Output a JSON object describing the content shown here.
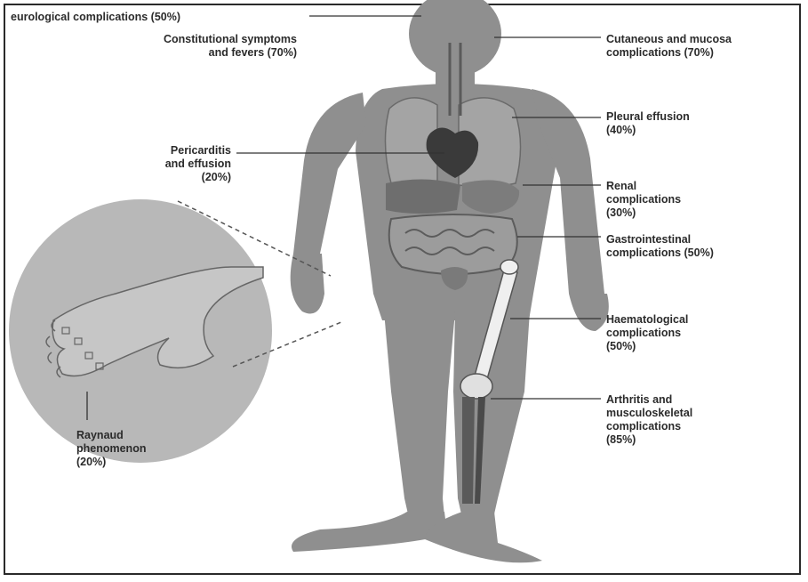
{
  "colors": {
    "body": "#8f8f8f",
    "organ": "#6e6e6e",
    "heart": "#3a3a3a",
    "bone": "#efefef",
    "line": "#333333",
    "text": "#2b2b2b",
    "inset": "#b8b8b8"
  },
  "labels": {
    "neuro": "eurological complications (50%)",
    "constitutional": "Constitutional symptoms\nand fevers (70%)",
    "pericarditis": "Pericarditis\nand effusion\n(20%)",
    "raynaud": "Raynaud\nphenomenon\n(20%)",
    "cutaneous": "Cutaneous and mucosa\ncomplications (70%)",
    "pleural": "Pleural effusion\n(40%)",
    "renal": "Renal\ncomplications\n(30%)",
    "gastro": "Gastrointestinal\ncomplications (50%)",
    "haem": "Haematological\ncomplications\n(50%)",
    "arthritis": "Arthritis and\nmusculoskeletal\ncomplications\n(85%)"
  }
}
